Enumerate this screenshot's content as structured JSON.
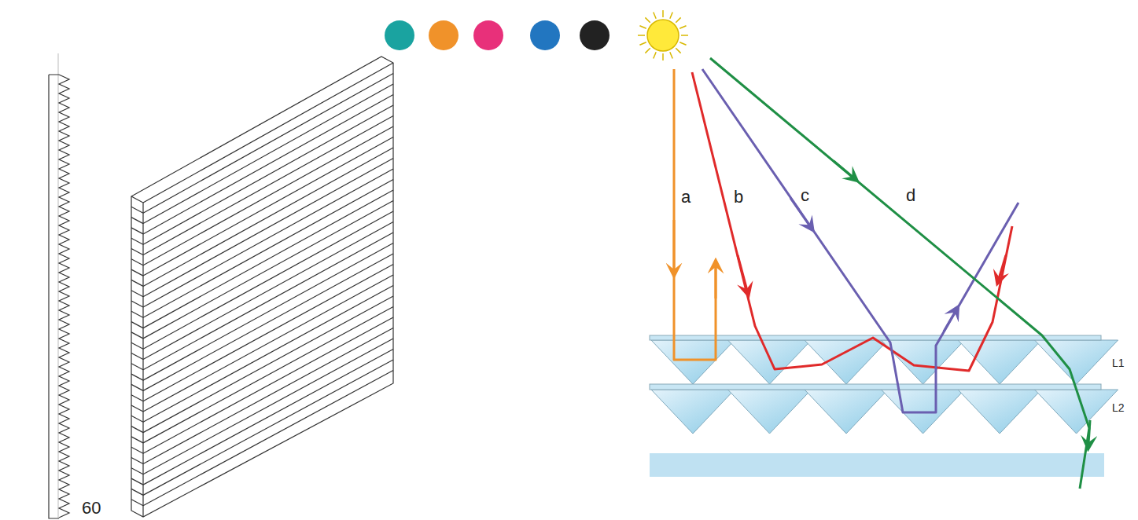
{
  "diagram": {
    "labels": [
      "a",
      "b",
      "c",
      "d",
      "L1",
      "L2",
      "60"
    ]
  }
}
